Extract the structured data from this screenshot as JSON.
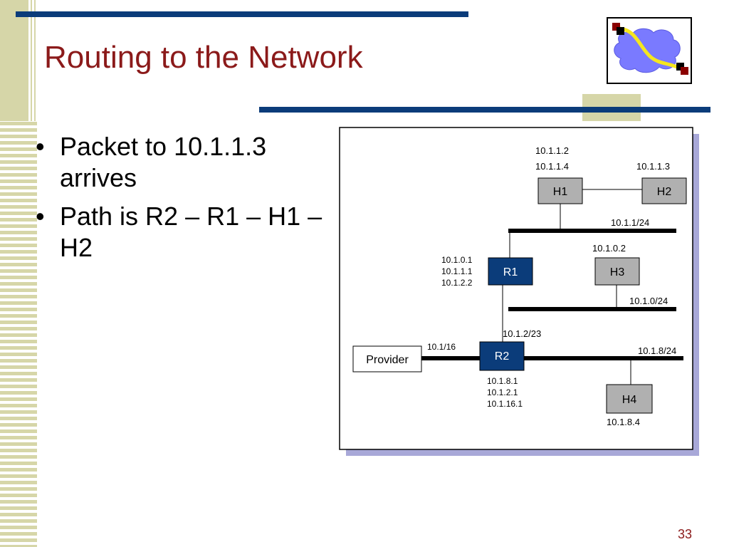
{
  "title": "Routing to the Network",
  "bullets": [
    {
      "text": "Packet to 10.1.1.3 arrives"
    },
    {
      "text": "Path is R2 – R1 – H1 – H2"
    }
  ],
  "page_number": "33",
  "logo": {
    "icon": "network-cloud-icon",
    "colors": {
      "cloud": "#7a7aff",
      "path": "#f5e61e",
      "node_red": "#8b0000",
      "node_black": "#000000"
    }
  },
  "diagram": {
    "colors": {
      "router": "#0b3c7a",
      "host": "#b0b0b0",
      "border": "#000000",
      "shadow": "#a8a8d8"
    },
    "nodes": {
      "h1": "H1",
      "h2": "H2",
      "h3": "H3",
      "h4": "H4",
      "r1": "R1",
      "r2": "R2",
      "provider": "Provider"
    },
    "labels": {
      "h1_addr1": "10.1.1.2",
      "h1_addr2": "10.1.1.4",
      "h2_addr": "10.1.1.3",
      "net_1_1": "10.1.1/24",
      "h3_addr": "10.1.0.2",
      "r1_addr1": "10.1.0.1",
      "r1_addr2": "10.1.1.1",
      "r1_addr3": "10.1.2.2",
      "net_1_0": "10.1.0/24",
      "net_1_2": "10.1.2/23",
      "net_provider": "10.1/16",
      "net_1_8": "10.1.8/24",
      "r2_addr1": "10.1.8.1",
      "r2_addr2": "10.1.2.1",
      "r2_addr3": "10.1.16.1",
      "h4_addr": "10.1.8.4"
    }
  }
}
